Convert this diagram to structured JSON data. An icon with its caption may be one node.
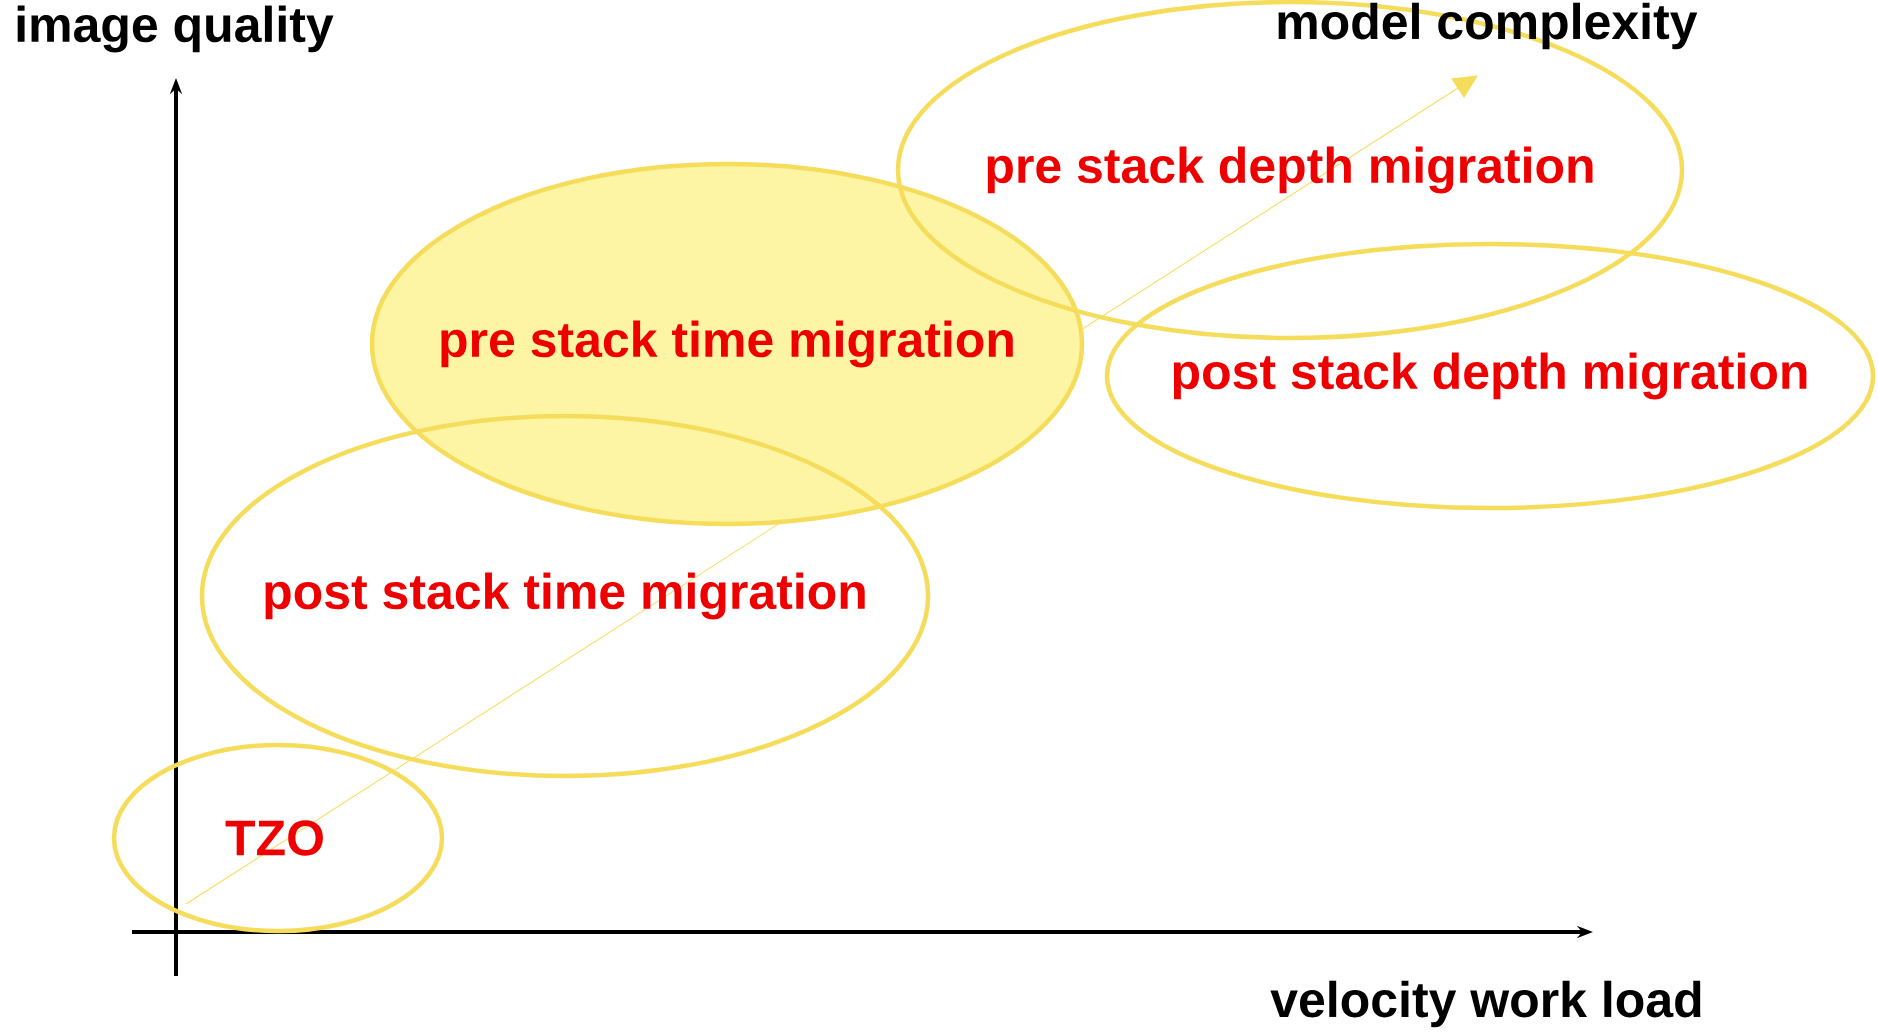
{
  "diagram": {
    "nodes": [
      {
        "text": [
          "pre stack depth migration"
        ]
      },
      {
        "text": [
          "pre stack time migration"
        ]
      },
      {
        "text": [
          "post stack depth migration"
        ]
      },
      {
        "text": [
          "post stack time migration"
        ]
      },
      {
        "text": [
          "TZO"
        ]
      }
    ],
    "edges": [],
    "labels": [
      "image quality",
      "model complexity",
      "velocity work load"
    ]
  }
}
